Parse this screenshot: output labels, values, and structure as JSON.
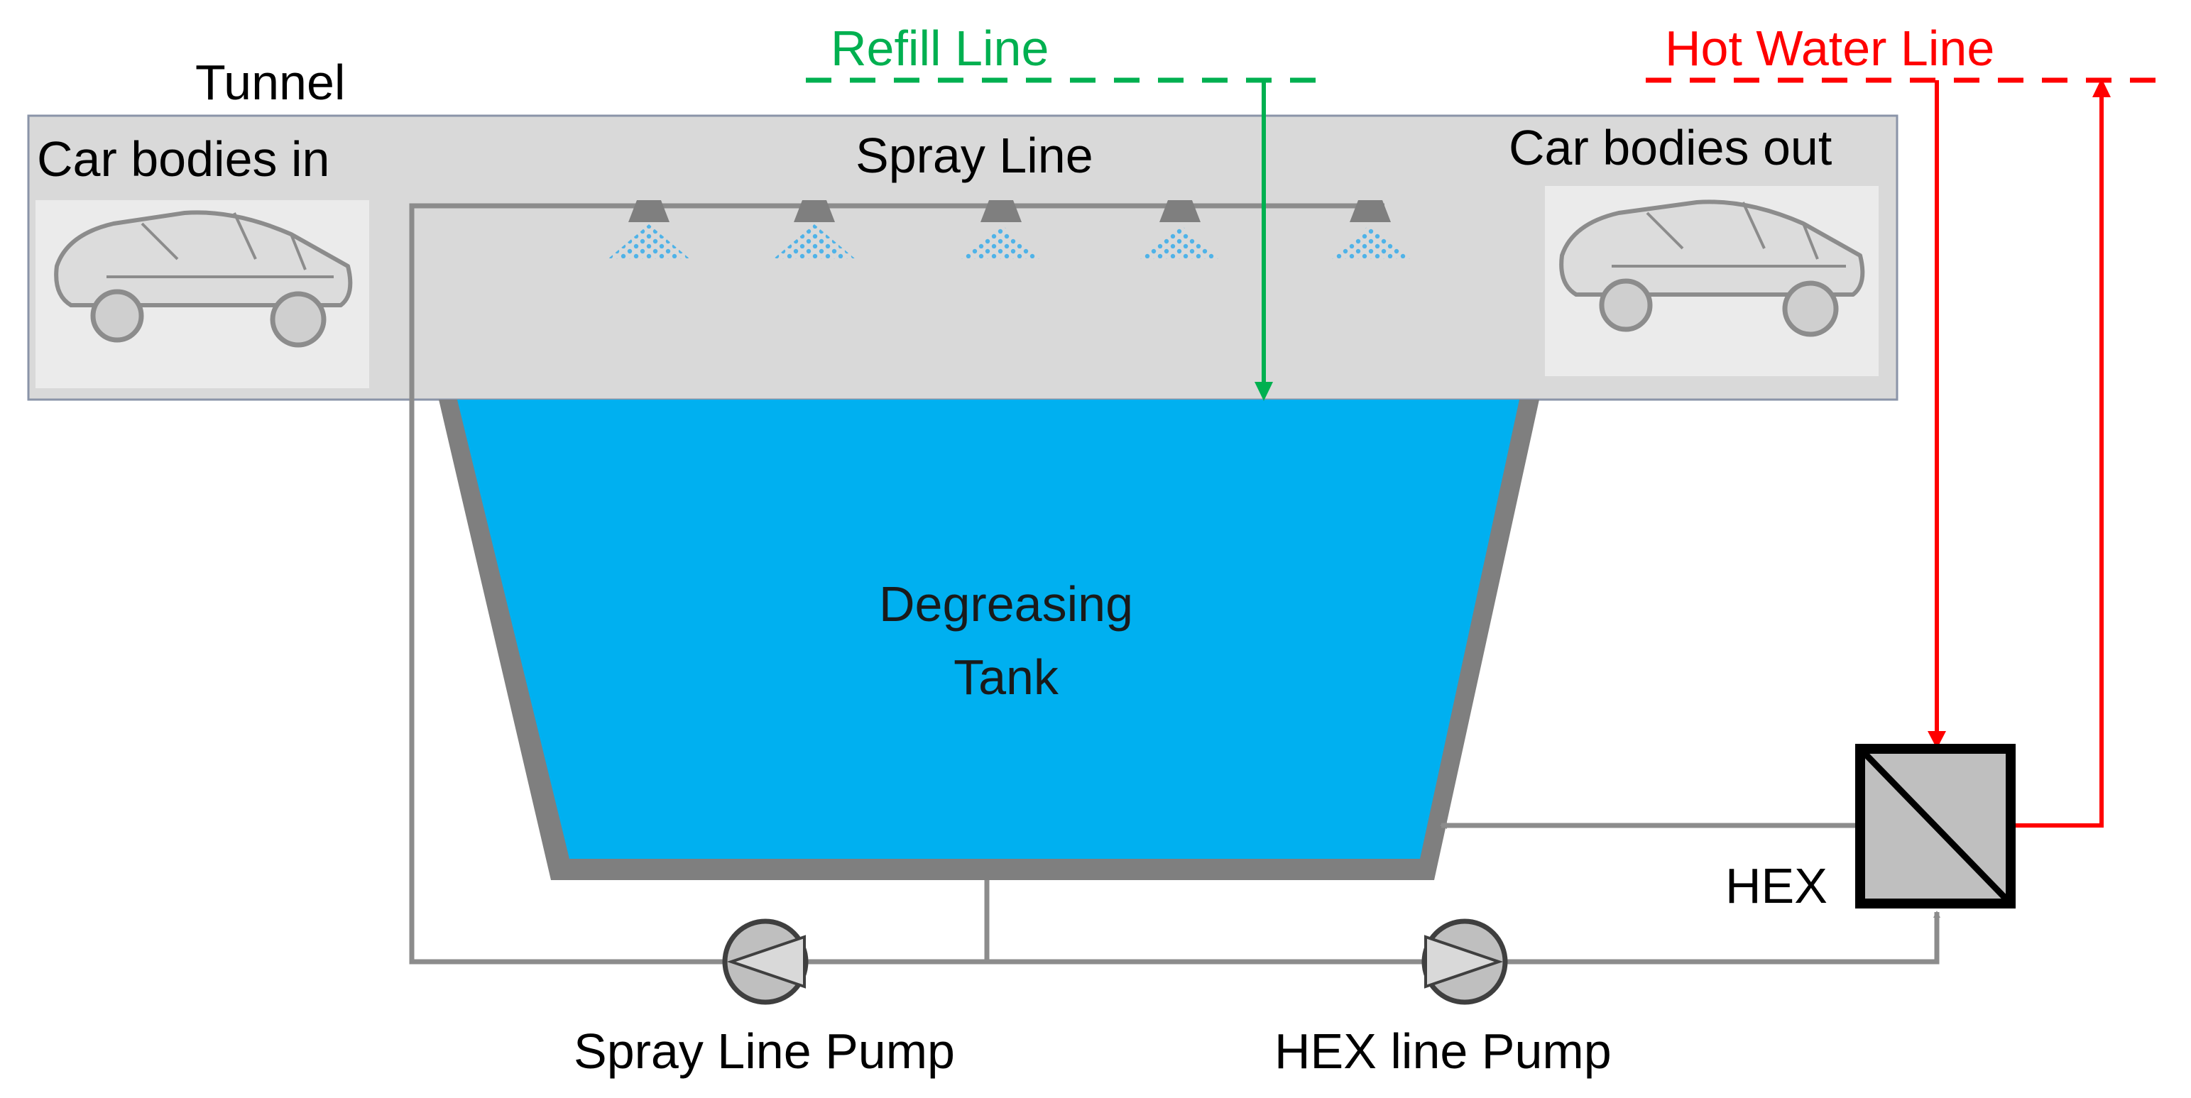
{
  "labels": {
    "tunnel": "Tunnel",
    "car_in": "Car bodies in",
    "car_out": "Car bodies out",
    "spray_line": "Spray Line",
    "refill_line": "Refill Line",
    "hot_water_line": "Hot Water Line",
    "tank_line1": "Degreasing",
    "tank_line2": "Tank",
    "hex": "HEX",
    "spray_pump": "Spray Line Pump",
    "hex_pump": "HEX line Pump"
  },
  "icons": {
    "car_in": "car-body-icon",
    "car_out": "car-body-icon",
    "spray_nozzle": "spray-nozzle-icon",
    "pump": "pump-icon",
    "heat_exchanger": "heat-exchanger-icon"
  },
  "colors": {
    "tank_water": "#00b0f0",
    "tank_wall": "#7f7f7f",
    "tunnel_fill": "#d9d9d9",
    "tunnel_border": "#8a94a8",
    "pipe": "#8c8c8c",
    "refill": "#00b050",
    "hot_water": "#ff0000",
    "spray_drops": "#4fb3e8",
    "hex_fill": "#bfbfbf"
  }
}
